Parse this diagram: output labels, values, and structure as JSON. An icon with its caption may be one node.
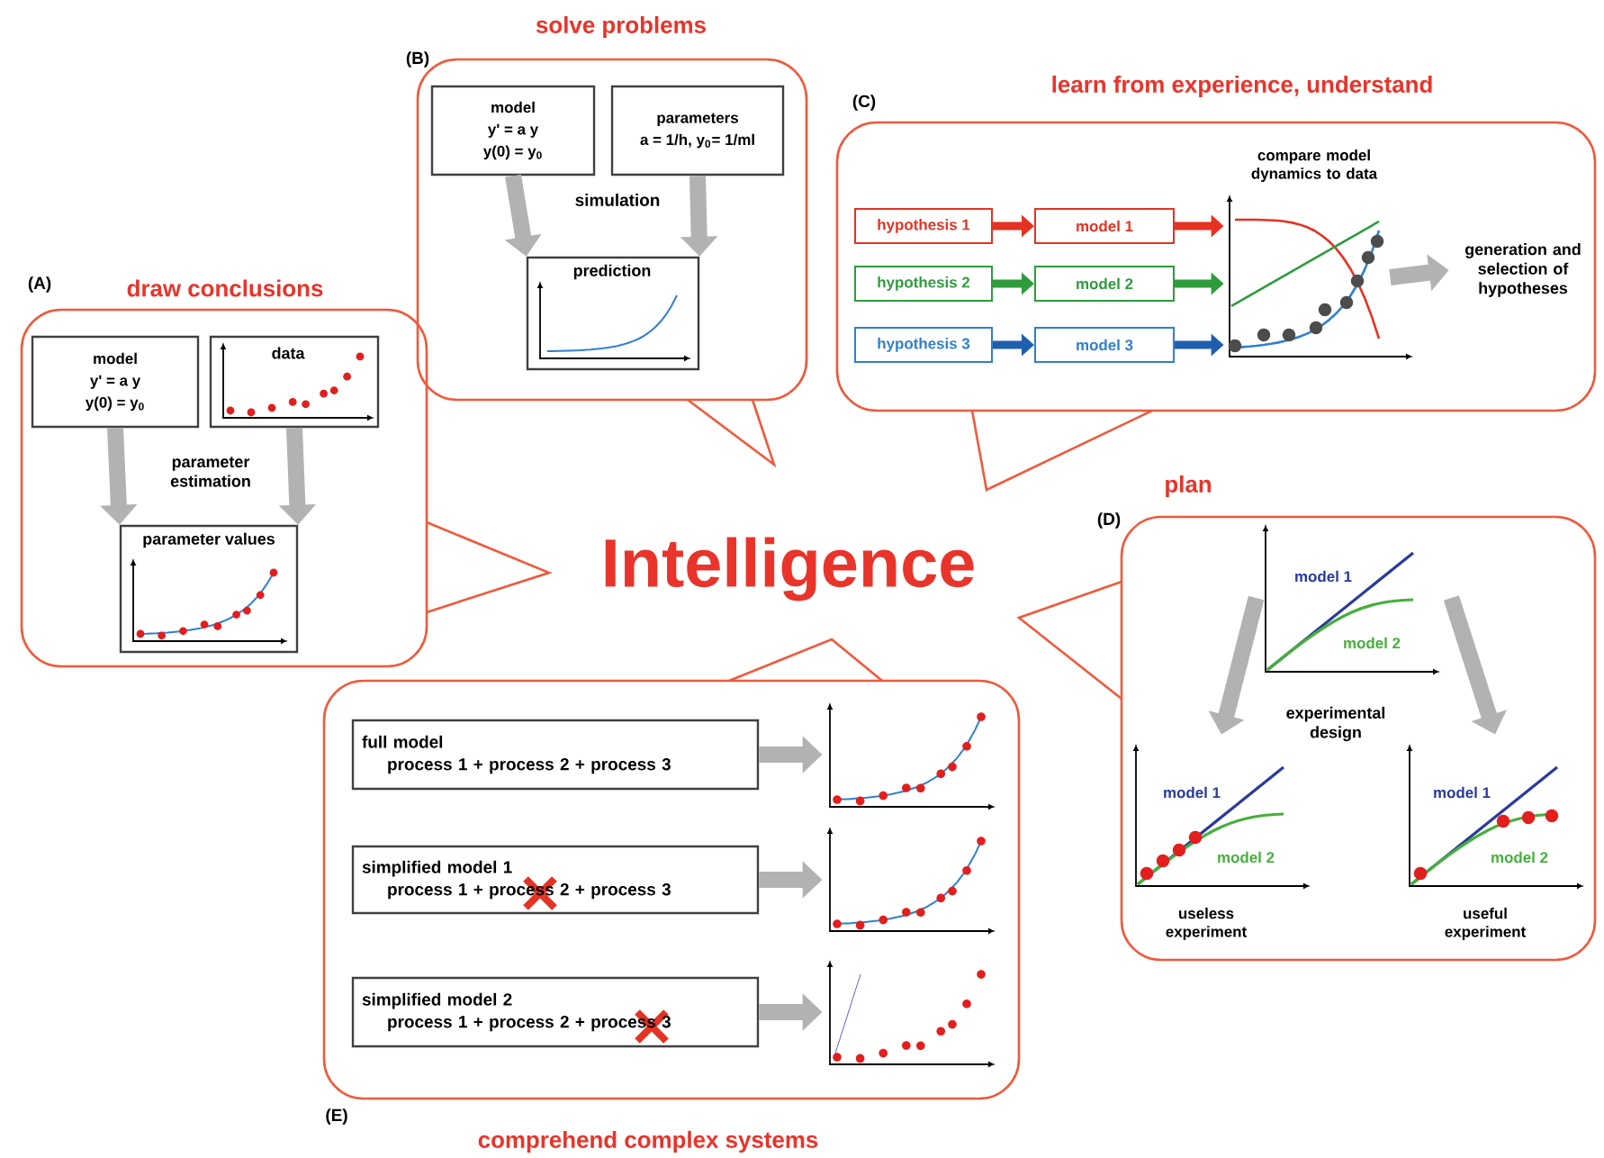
{
  "diagram": {
    "nodes": [
      {
        "text": [
          "draw conclusions"
        ],
        "beside": [
          "(A)"
        ]
      },
      {
        "text": [
          "model",
          "y' = a y",
          "y(0) = y$_{0}$"
        ],
        "in": 0
      },
      {
        "text": [
          "data"
        ],
        "in": 0
      },
      {
        "text": [
          "parameter values"
        ],
        "in": 0
      },
      {
        "text": [
          "solve problems"
        ],
        "beside": [
          "(B)"
        ]
      },
      {
        "text": [
          "model",
          "y' = a y",
          "y(0) = y$_{0}$"
        ],
        "in": 4
      },
      {
        "text": [
          "parameters",
          "a = 1/h,  y$_{0}$= 1/ml"
        ],
        "in": 4
      },
      {
        "text": [
          "prediction"
        ],
        "in": 4
      },
      {
        "text": [
          "learn from experience, understand"
        ],
        "beside": [
          "(C)"
        ]
      },
      {
        "text": [
          "hypothesis 1"
        ],
        "in": 8
      },
      {
        "text": [
          "hypothesis 2"
        ],
        "in": 8
      },
      {
        "text": [
          "hypothesis 3"
        ],
        "in": 8
      },
      {
        "text": [
          "model 1"
        ],
        "in": 8
      },
      {
        "text": [
          "model 2"
        ],
        "in": 8
      },
      {
        "text": [
          "model 3"
        ],
        "in": 8
      },
      {
        "text": [
          "compare model dynamics to data"
        ],
        "in": 8
      },
      {
        "text": [
          "generation and selection of hypotheses"
        ],
        "in": 8
      },
      {
        "text": [
          "plan"
        ],
        "beside": [
          "(D)"
        ]
      },
      {
        "text": [
          "model 1",
          "model 2"
        ],
        "in": 17
      },
      {
        "text": [
          "model 1",
          "model 2",
          "useless experiment"
        ],
        "in": 17
      },
      {
        "text": [
          "model 1",
          "model 2",
          "useful experiment"
        ],
        "in": 17
      },
      {
        "text": [
          "comprehend complex systems"
        ],
        "beside": [
          "(E)"
        ]
      },
      {
        "text": [
          "full model",
          "process 1 + process 2 + process 3"
        ],
        "in": 21
      },
      {
        "text": [
          "simplified model 1",
          "process 1 + process 2 + process 3"
        ],
        "in": 21
      },
      {
        "text": [
          "simplified model 2",
          "process 1 + process 2 + process 3"
        ],
        "in": 21
      },
      {
        "text": [],
        "shape": "picture",
        "in": 21
      },
      {
        "text": [],
        "shape": "picture",
        "in": 21
      },
      {
        "text": [],
        "shape": "picture",
        "in": 21
      }
    ],
    "edges": [
      {
        "from": 1,
        "to": 3,
        "arrow": "to"
      },
      {
        "from": 2,
        "to": 3,
        "arrow": "to"
      },
      {
        "from": 5,
        "to": 7,
        "arrow": "to"
      },
      {
        "from": 6,
        "to": 7,
        "arrow": "to"
      },
      {
        "from": 9,
        "to": 12,
        "arrow": "to",
        "color": "#e53222"
      },
      {
        "from": 10,
        "to": 13,
        "arrow": "to",
        "color": "#2e9b3c"
      },
      {
        "from": 11,
        "to": 14,
        "arrow": "to",
        "color": "#1f5fae"
      },
      {
        "from": 12,
        "to": 15,
        "arrow": "to",
        "color": "#e53222"
      },
      {
        "from": 13,
        "to": 15,
        "arrow": "to",
        "color": "#2e9b3c"
      },
      {
        "from": 14,
        "to": 15,
        "arrow": "to",
        "color": "#1f5fae"
      },
      {
        "from": 15,
        "to": 16,
        "arrow": "to"
      },
      {
        "from": 18,
        "to": 19,
        "arrow": "to"
      },
      {
        "from": 18,
        "to": 20,
        "arrow": "to"
      },
      {
        "from": 22,
        "to": 25,
        "arrow": "to"
      },
      {
        "from": 23,
        "to": 26,
        "arrow": "to"
      },
      {
        "from": 24,
        "to": 27,
        "arrow": "to"
      }
    ],
    "labels": [
      "Intelligence",
      "parameter estimation",
      "simulation",
      "experimental design"
    ]
  }
}
